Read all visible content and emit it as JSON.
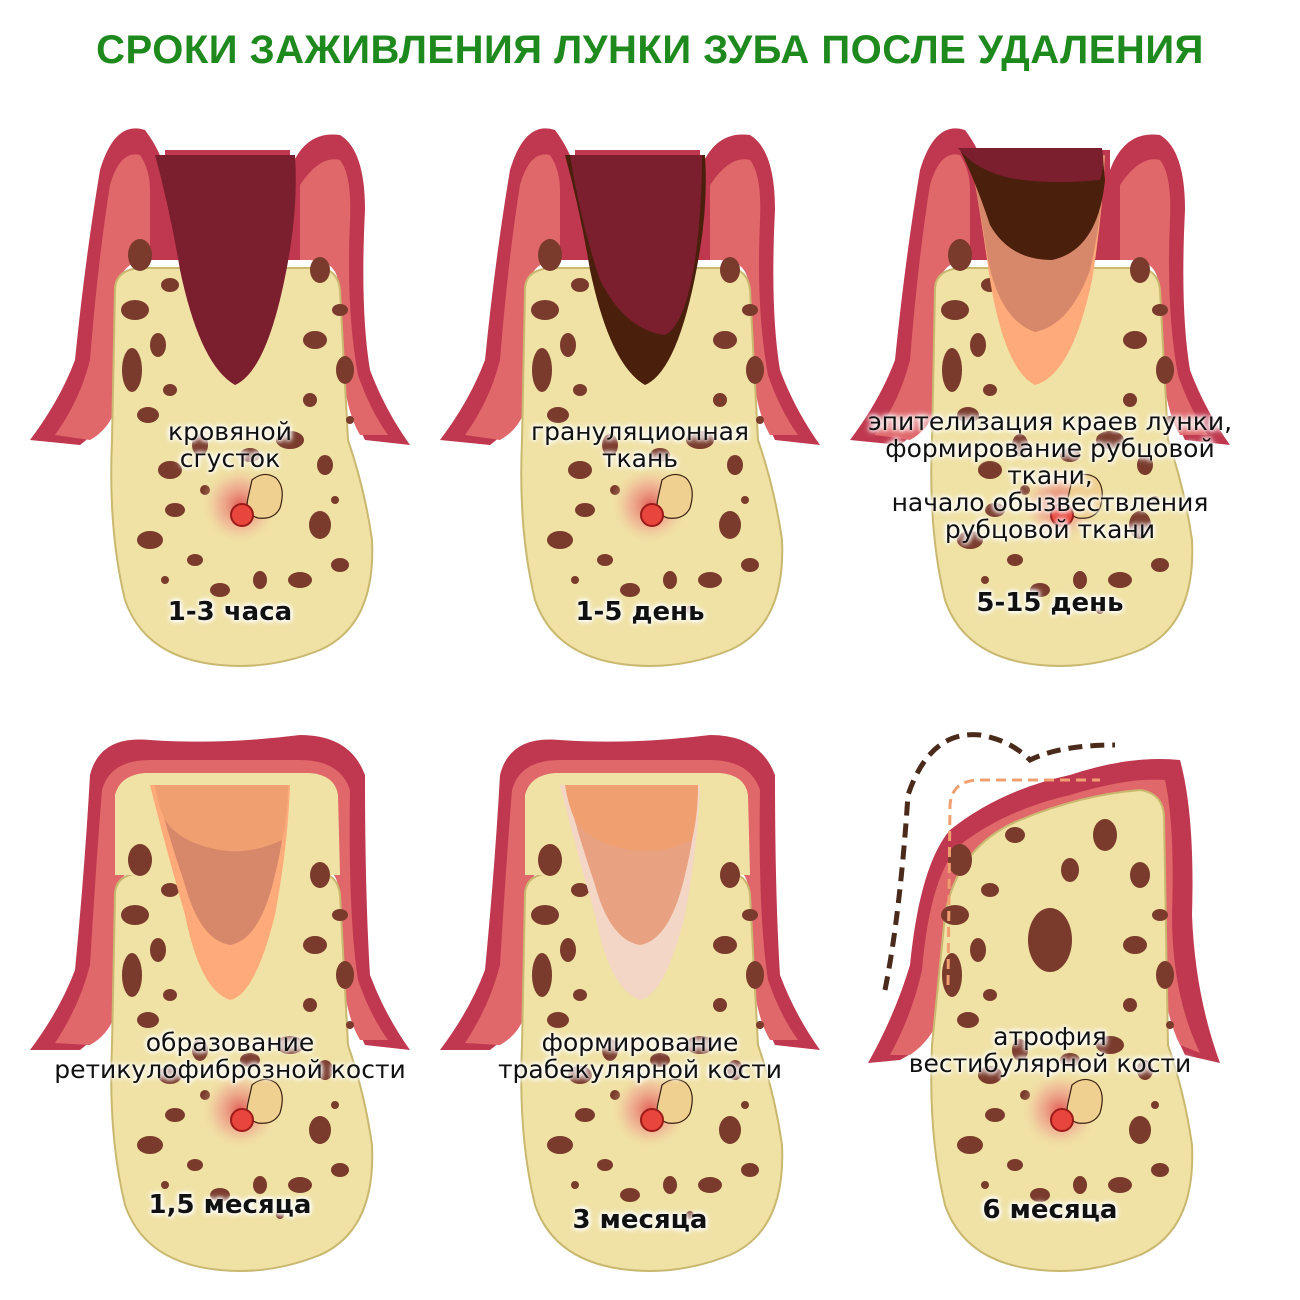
{
  "title": "СРОКИ ЗАЖИВЛЕНИЯ ЛУНКИ ЗУБА ПОСЛЕ УДАЛЕНИЯ",
  "colors": {
    "title": "#1e8a1e",
    "gum_outer": "#c0384f",
    "gum_inner": "#e0676a",
    "bone": "#f0e2a4",
    "bone_pores": "#7a3b2c",
    "blood_clot": "#7b1f2e",
    "granulation": "#4a1f0c",
    "scar_tissue": "#d8886a",
    "reticulofibrous": "#ffaa7a",
    "trabecular": "#f0a070",
    "old_contour": "#4a2a1a",
    "new_contour": "#f0a070"
  },
  "panels": [
    {
      "caption": [
        "кровяной",
        "сгусток"
      ],
      "time": "1-3 часа"
    },
    {
      "caption": [
        "грануляционная",
        "ткань"
      ],
      "time": "1-5 день"
    },
    {
      "caption": [
        "эпителизация краев лунки,",
        "формирование рубцовой ткани,",
        "начало обызвествления",
        "рубцовой ткани"
      ],
      "time": "5-15 день"
    },
    {
      "caption": [
        "образование",
        "ретикулофиброзной кости"
      ],
      "time": "1,5 месяца"
    },
    {
      "caption": [
        "формирование",
        "трабекулярной кости"
      ],
      "time": "3 месяца"
    },
    {
      "caption": [
        "атрофия",
        "вестибулярной кости"
      ],
      "time": "6 месяца"
    }
  ]
}
